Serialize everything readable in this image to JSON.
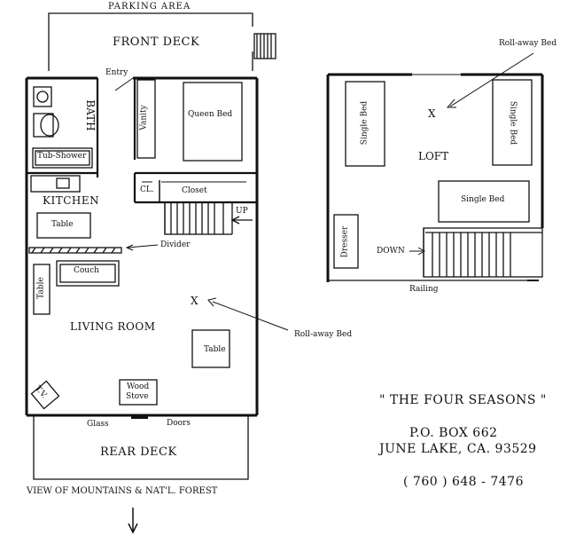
{
  "floor_plan": {
    "parking_area": "PARKING AREA",
    "front_deck": "FRONT DECK",
    "entry": "Entry",
    "bath": "BATH",
    "vanity": "Vanity",
    "queen_bed": "Queen Bed",
    "tub_shower": "Tub-Shower",
    "cl": "CL.",
    "closet": "Closet",
    "kitchen": "KITCHEN",
    "kitchen_table": "Table",
    "up": "UP",
    "divider": "Divider",
    "couch": "Couch",
    "side_table": "Table",
    "living_room": "LIVING ROOM",
    "x_mark": "X",
    "rollaway_bed": "Roll-away Bed",
    "living_table": "Table",
    "tv": "T.V.",
    "wood_stove_line1": "Wood",
    "wood_stove_line2": "Stove",
    "glass": "Glass",
    "doors": "Doors",
    "rear_deck": "REAR DECK",
    "view": "VIEW OF MOUNTAINS & NAT'L. FOREST"
  },
  "loft_plan": {
    "rollaway_bed": "Roll-away Bed",
    "x_mark": "X",
    "loft": "LOFT",
    "single_bed_left": "Single Bed",
    "single_bed_right": "Single Bed",
    "single_bed_center": "Single Bed",
    "dresser": "Dresser",
    "down": "DOWN",
    "railing": "Railing"
  },
  "contact": {
    "name": "\" THE FOUR SEASONS \"",
    "po_box": "P.O. BOX 662",
    "city": "JUNE LAKE, CA.   93529",
    "phone": "( 760 )  648 - 7476"
  }
}
